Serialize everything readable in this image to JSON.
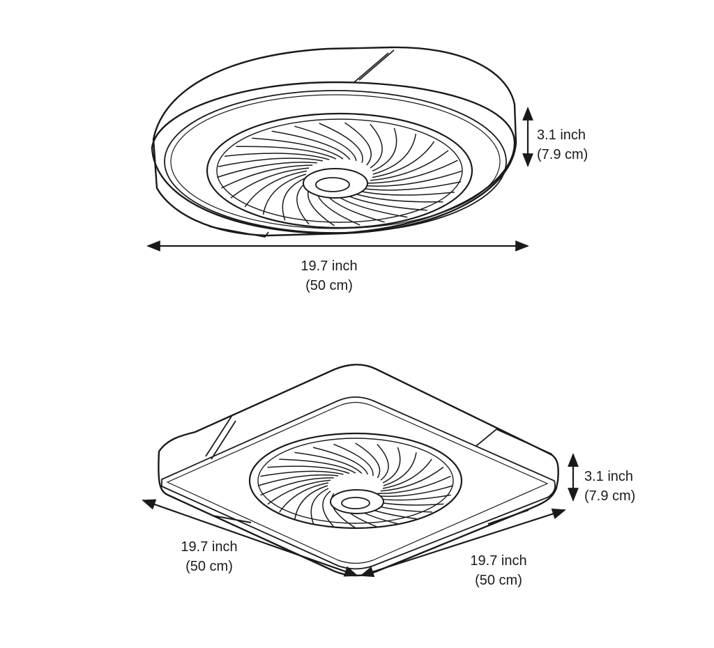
{
  "round_fan": {
    "height_inch": "3.1 inch",
    "height_cm": "(7.9 cm)",
    "width_inch": "19.7 inch",
    "width_cm": "(50 cm)"
  },
  "square_fan": {
    "height_inch": "3.1 inch",
    "height_cm": "(7.9 cm)",
    "left_inch": "19.7 inch",
    "left_cm": "(50 cm)",
    "right_inch": "19.7 inch",
    "right_cm": "(50 cm)"
  },
  "colors": {
    "line": "#1a1a1a",
    "background": "#ffffff"
  }
}
